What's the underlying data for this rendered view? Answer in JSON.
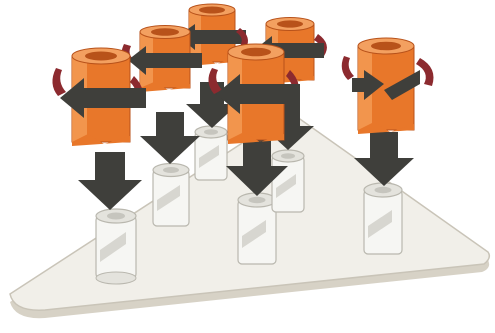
{
  "diagram": {
    "colors": {
      "background": "#ffffff",
      "plate": "#f1efe9",
      "plate_edge": "#c9c4b8",
      "pin": "#f6f6f3",
      "pin_shade": "#d7d6d0",
      "cap": "#e8772a",
      "cap_dark": "#b8521a",
      "cap_light": "#f6a25c",
      "rim": "#8c2a2f",
      "arrow": "#4a4a46",
      "arrow_dark": "#2f2f2c"
    },
    "parts": {
      "plate": "triangular-base-plate",
      "pins": 6,
      "caps": 6,
      "rotation_arrows": 6,
      "down_arrows": 6
    }
  }
}
